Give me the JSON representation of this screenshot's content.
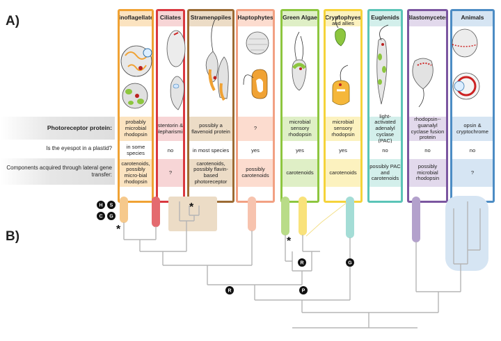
{
  "panel_a": "A)",
  "panel_b": "B)",
  "row_labels": {
    "protein": "Photoreceptor protein:",
    "plastid": "Is the eyespot in a plastid?",
    "lgt": "Components acquired through lateral gene transfer:"
  },
  "groups": [
    {
      "name": "Dinoflagellates",
      "sub": "",
      "color": "#f0a234",
      "light": "#fbe3c0",
      "protein": "probably microbial rhodopsin",
      "plastid": "in some species",
      "lgt": "carotenoids, possibly micro-bial rhodopsin"
    },
    {
      "name": "Ciliates",
      "sub": "",
      "color": "#d9383f",
      "light": "#f7d5d6",
      "protein": "stentorin & blepharismin",
      "plastid": "no",
      "lgt": "?"
    },
    {
      "name": "Stramenopiles",
      "sub": "",
      "color": "#9c6b34",
      "light": "#ecdcc6",
      "protein": "possibly a flavenoid protein",
      "plastid": "in most species",
      "lgt": "carotenoids, possibly flavin-based photoreceptor"
    },
    {
      "name": "Haptophytes",
      "sub": "",
      "color": "#f2a183",
      "light": "#fcdccf",
      "protein": "?",
      "plastid": "yes",
      "lgt": "possibly carotenoids"
    },
    {
      "name": "Green Algae",
      "sub": "",
      "color": "#8dc63f",
      "light": "#dfefc6",
      "protein": "microbial sensory rhodopsin",
      "plastid": "yes",
      "lgt": "carotenoids"
    },
    {
      "name": "Cryptophyes",
      "sub": "and allies",
      "color": "#f5d33a",
      "light": "#fcf2bf",
      "protein": "microbial sensory rhodopsin",
      "plastid": "yes",
      "lgt": "carotenoids"
    },
    {
      "name": "Euglenids",
      "sub": "",
      "color": "#5bc4b7",
      "light": "#d3efeb",
      "protein": "light-activated adenalyl cyclase (PAC)",
      "plastid": "no",
      "lgt": "possibly PAC and carotenoids"
    },
    {
      "name": "Blastomycetes",
      "sub": "",
      "color": "#7b56a0",
      "light": "#e2d9ec",
      "protein": "rhodopsin--guanalyl cyclase fusion protein",
      "plastid": "no",
      "lgt": "possibly microbial rhodopsin"
    },
    {
      "name": "Animals",
      "sub": "",
      "color": "#4c8cc4",
      "light": "#d6e5f3",
      "protein": "opsin & cryptochrome",
      "plastid": "no",
      "lgt": "?"
    }
  ],
  "badges": {
    "H": "H",
    "S": "S",
    "C": "C",
    "G": "G",
    "R": "R",
    "P": "P"
  },
  "asterisk": "*",
  "colors": {
    "branch": "#b5b5b5",
    "badge": "#111111"
  }
}
